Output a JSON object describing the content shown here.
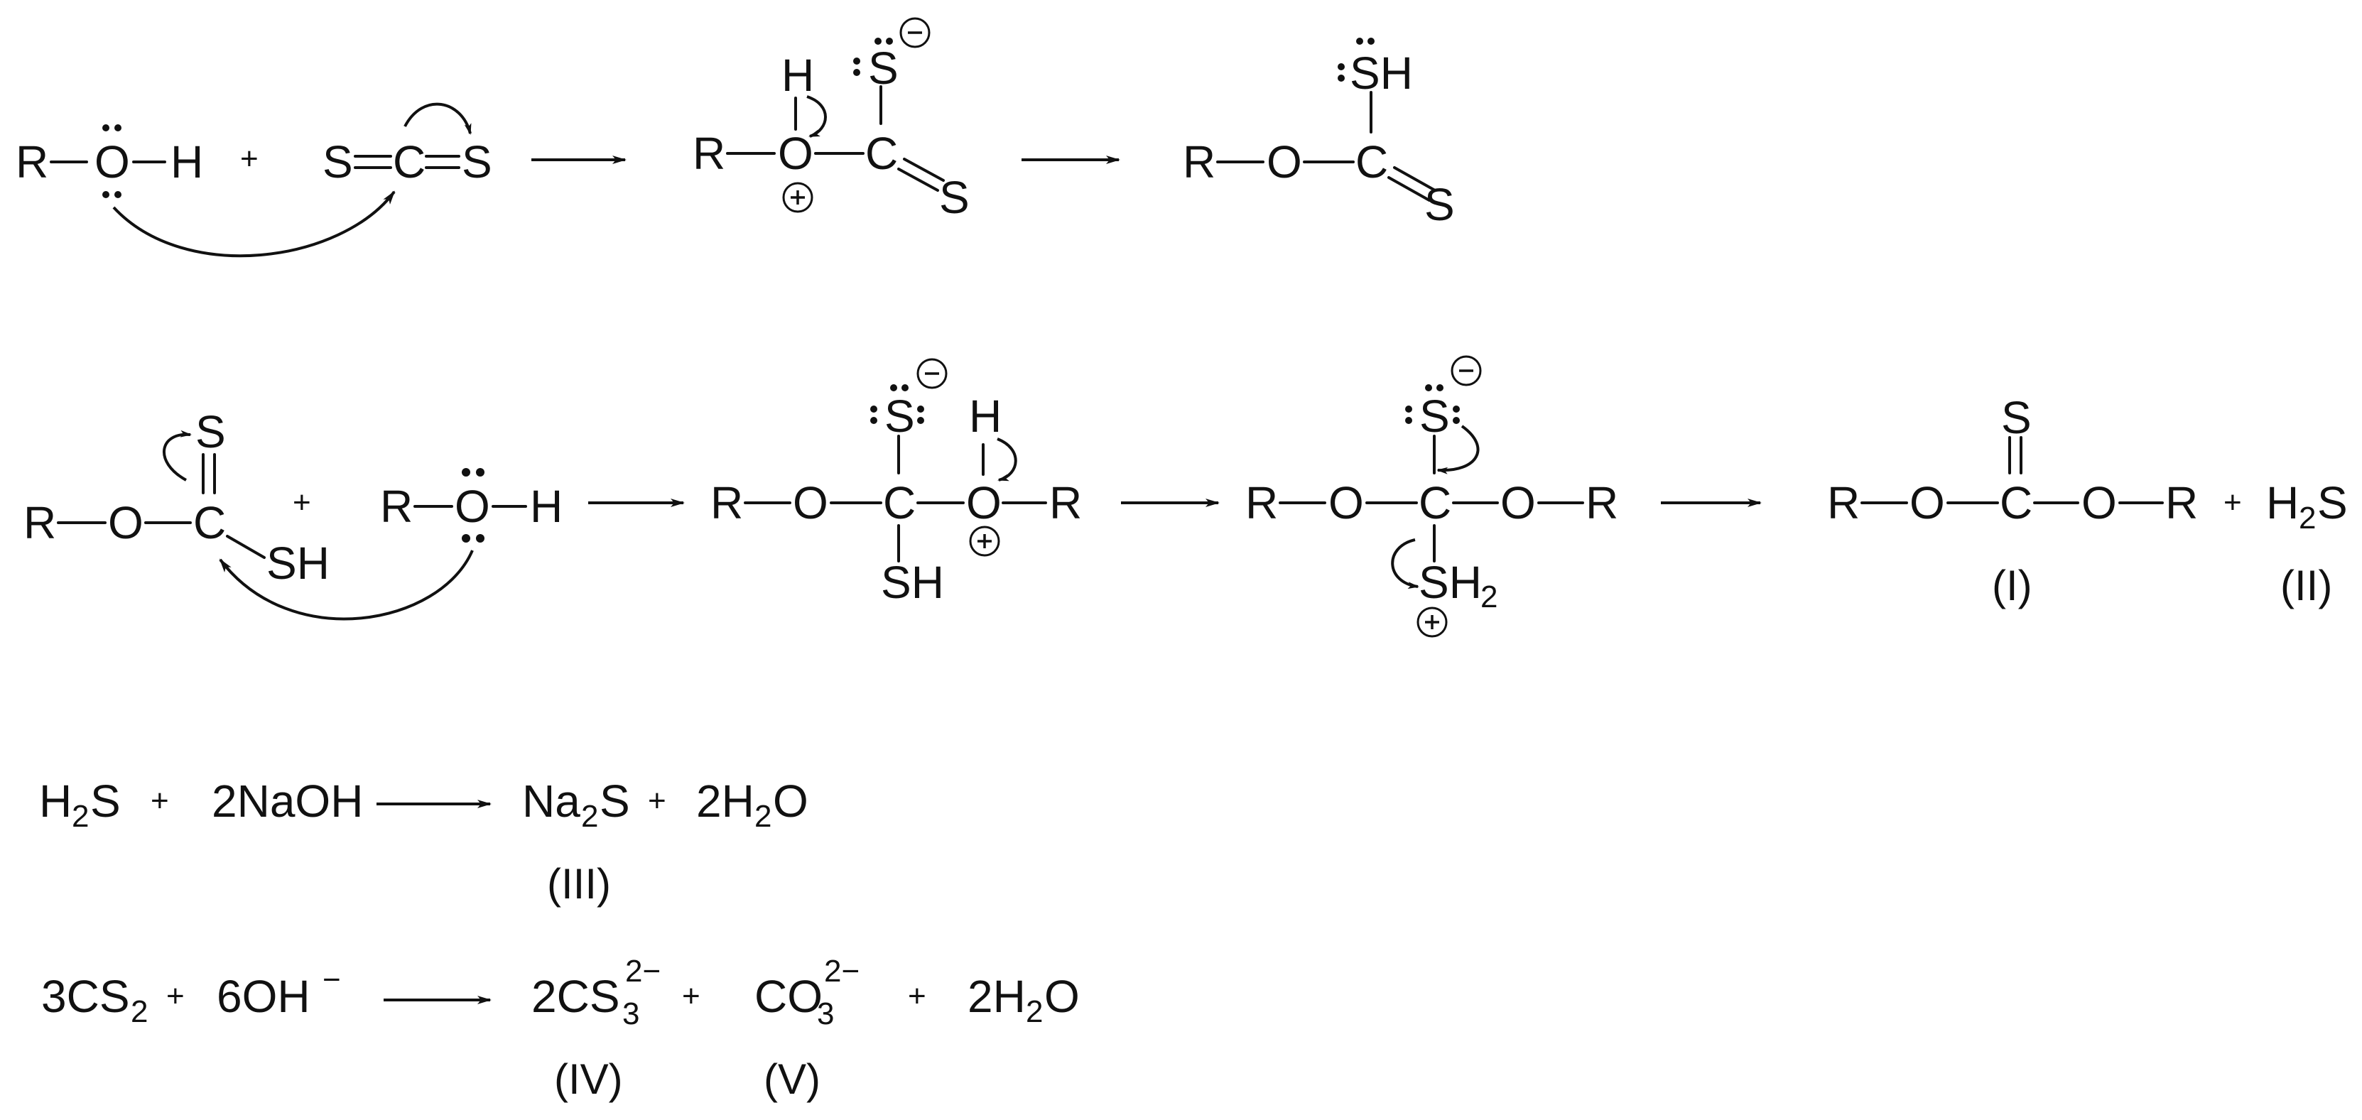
{
  "atoms": {
    "R": "R",
    "O": "O",
    "H": "H",
    "S": "S",
    "C": "C",
    "SH": "SH",
    "plus": "+"
  },
  "labels": {
    "I": "(I)",
    "II": "(II)",
    "III": "(III)",
    "IV": "(IV)",
    "V": "(V)"
  },
  "equations": {
    "eq3": {
      "h2s_H": "H",
      "h2s_sub": "2",
      "h2s_S": "S",
      "plus": "+",
      "naoh": "2NaOH",
      "na2s_Na": "Na",
      "na2s_sub": "2",
      "na2s_S": "S",
      "plus2": "+",
      "water_2H": "2H",
      "water_sub": "2",
      "water_O": "O"
    },
    "eq4": {
      "cs2_main": "3CS",
      "cs2_sub": "2",
      "plus": "+",
      "oh": "6OH",
      "oh_charge": "−",
      "cs3_main": "2CS",
      "cs3_sub": "3",
      "cs3_charge": "2−",
      "plus2": "+",
      "co3_main": "CO",
      "co3_sub": "3",
      "co3_charge": "2−",
      "plus3": "+",
      "water_2H": "2H",
      "water_sub": "2",
      "water_O": "O"
    }
  },
  "row2_product": {
    "h2s_H": "H",
    "h2s_sub": "2",
    "h2s_S": "S",
    "sh2_sub": "2"
  }
}
